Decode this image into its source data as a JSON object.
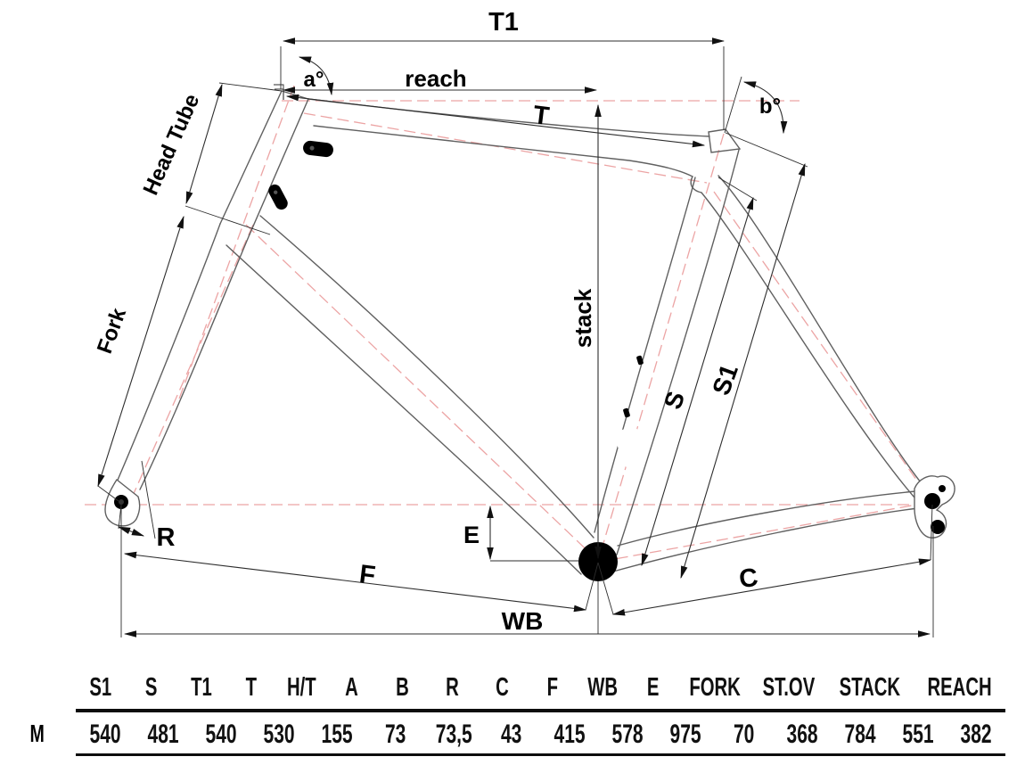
{
  "diagram": {
    "labels": {
      "t1": "T1",
      "reach": "reach",
      "t": "T",
      "angle_a": "a°",
      "angle_b": "b°",
      "head_tube": "Head Tube",
      "fork": "Fork",
      "stack": "stack",
      "s": "S",
      "s1": "S1",
      "r": "R",
      "e": "E",
      "f": "F",
      "c": "C",
      "wb": "WB"
    },
    "colors": {
      "frame_line": "#606060",
      "dimension_line": "#2d2d2d",
      "centerline": "#eca4a4",
      "label_text": "#000000"
    }
  },
  "table": {
    "size_label": "M",
    "columns": [
      "S1",
      "S",
      "T1",
      "T",
      "H/T",
      "A",
      "B",
      "R",
      "C",
      "F",
      "WB",
      "E",
      "FORK",
      "ST.OV",
      "STACK",
      "REACH"
    ],
    "values": [
      "540",
      "481",
      "540",
      "530",
      "155",
      "73",
      "73,5",
      "43",
      "415",
      "578",
      "975",
      "70",
      "368",
      "784",
      "551",
      "382"
    ]
  }
}
